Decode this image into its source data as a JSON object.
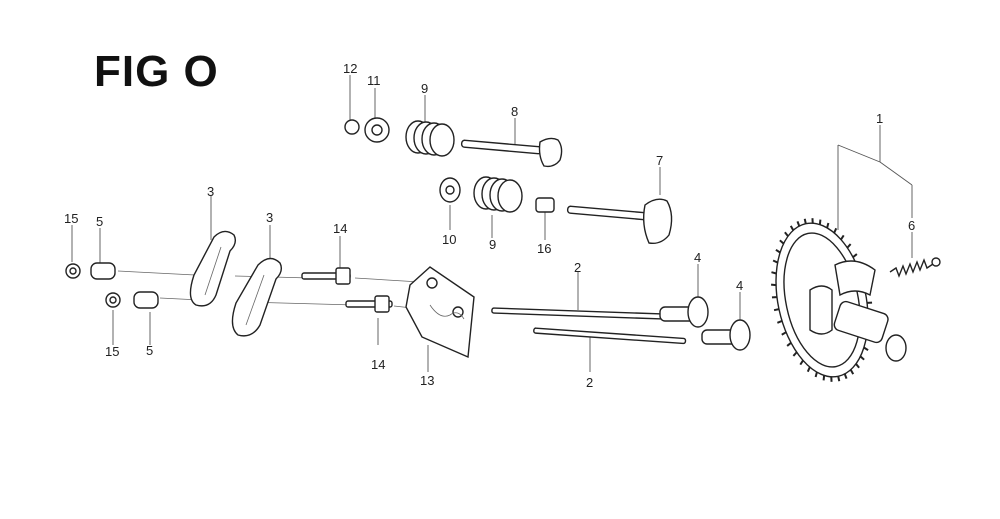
{
  "title": "FIG O",
  "callouts": [
    {
      "id": "c12a",
      "text": "12"
    },
    {
      "id": "c11a",
      "text": "11"
    },
    {
      "id": "c9a",
      "text": "9"
    },
    {
      "id": "c8",
      "text": "8"
    },
    {
      "id": "c7",
      "text": "7"
    },
    {
      "id": "c1",
      "text": "1"
    },
    {
      "id": "c6",
      "text": "6"
    },
    {
      "id": "c10",
      "text": "10"
    },
    {
      "id": "c9b",
      "text": "9"
    },
    {
      "id": "c16",
      "text": "16"
    },
    {
      "id": "c3a",
      "text": "3"
    },
    {
      "id": "c3b",
      "text": "3"
    },
    {
      "id": "c15a",
      "text": "15"
    },
    {
      "id": "c5a",
      "text": "5"
    },
    {
      "id": "c14a",
      "text": "14"
    },
    {
      "id": "c15b",
      "text": "15"
    },
    {
      "id": "c5b",
      "text": "5"
    },
    {
      "id": "c14b",
      "text": "14"
    },
    {
      "id": "c13",
      "text": "13"
    },
    {
      "id": "c2a",
      "text": "2"
    },
    {
      "id": "c2b",
      "text": "2"
    },
    {
      "id": "c4a",
      "text": "4"
    },
    {
      "id": "c4b",
      "text": "4"
    }
  ]
}
